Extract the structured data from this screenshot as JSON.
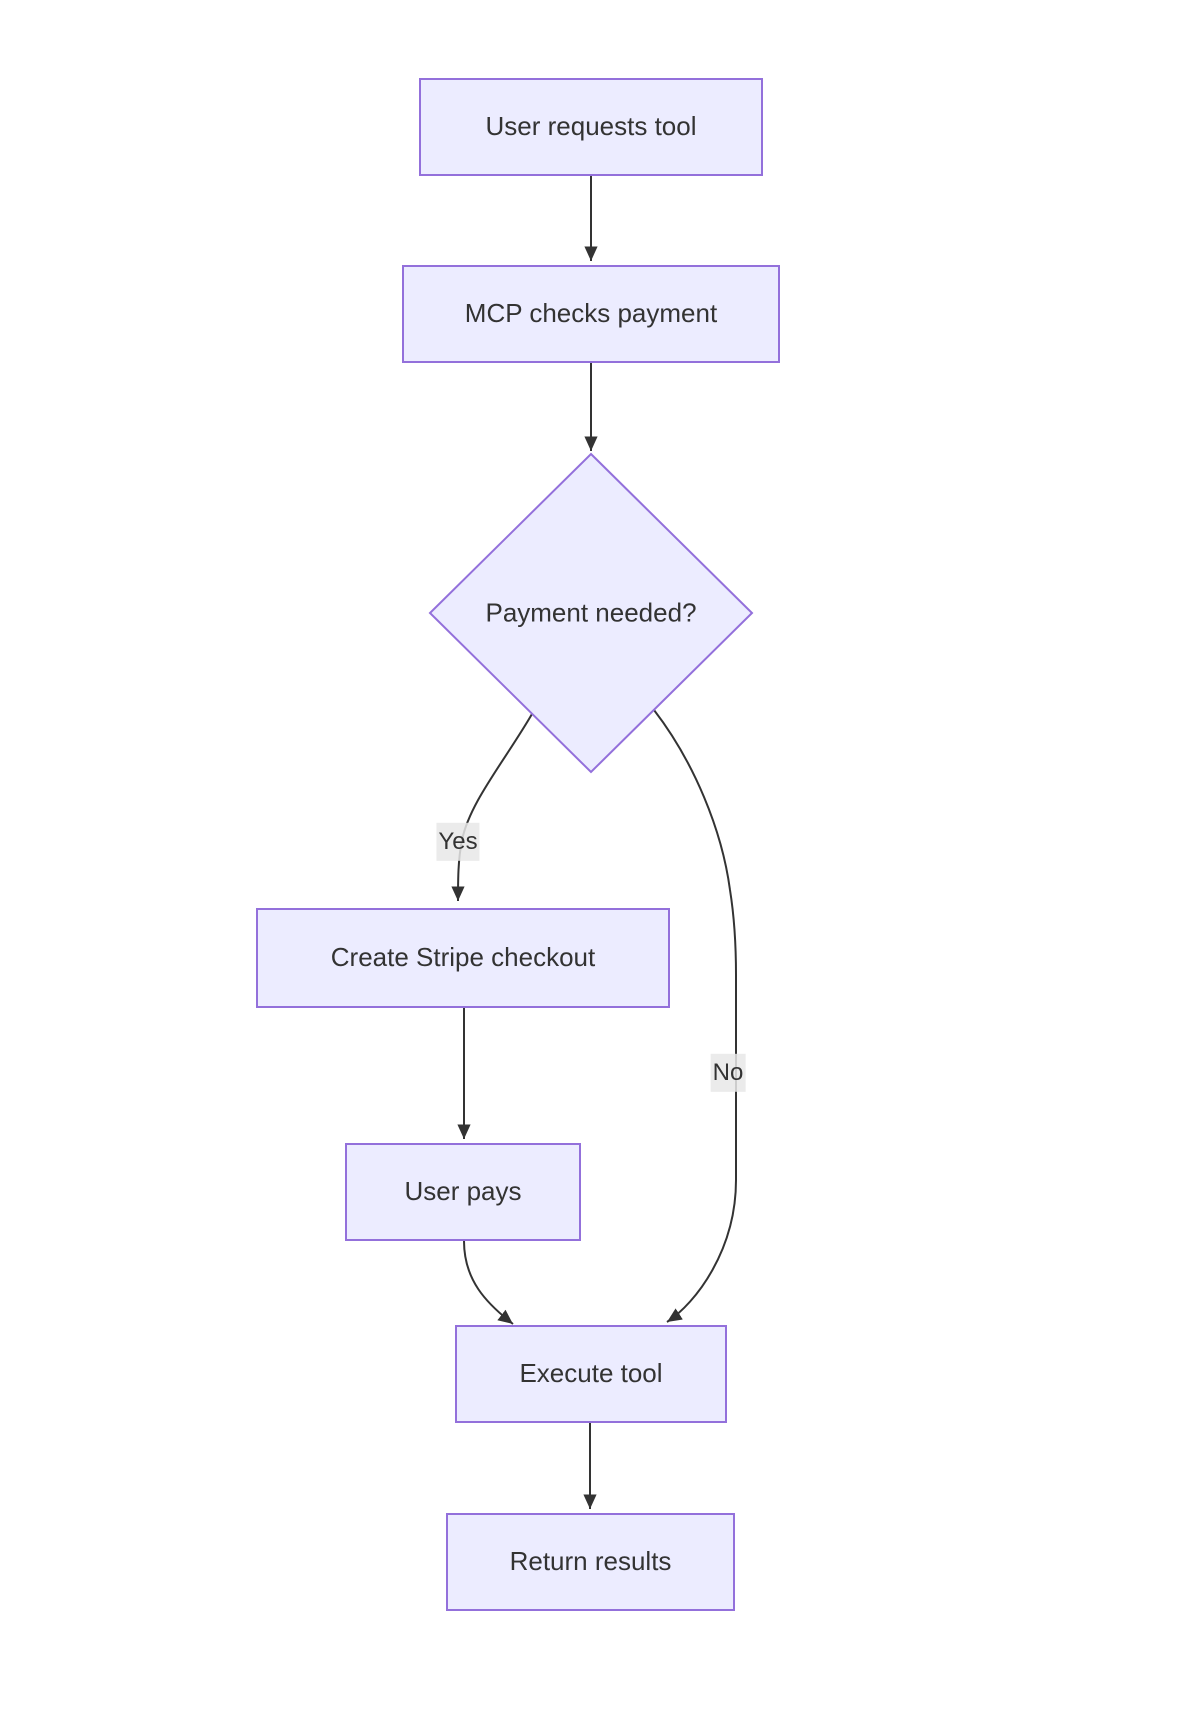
{
  "diagram": {
    "type": "flowchart",
    "direction": "top-down",
    "nodes": [
      {
        "id": "A",
        "label": "User requests tool",
        "shape": "rect"
      },
      {
        "id": "B",
        "label": "MCP checks payment",
        "shape": "rect"
      },
      {
        "id": "C",
        "label": "Payment needed?",
        "shape": "diamond"
      },
      {
        "id": "D",
        "label": "Create Stripe checkout",
        "shape": "rect"
      },
      {
        "id": "E",
        "label": "User pays",
        "shape": "rect"
      },
      {
        "id": "F",
        "label": "Execute tool",
        "shape": "rect"
      },
      {
        "id": "G",
        "label": "Return results",
        "shape": "rect"
      }
    ],
    "edges": [
      {
        "from": "A",
        "to": "B",
        "label": ""
      },
      {
        "from": "B",
        "to": "C",
        "label": ""
      },
      {
        "from": "C",
        "to": "D",
        "label": "Yes"
      },
      {
        "from": "D",
        "to": "E",
        "label": ""
      },
      {
        "from": "E",
        "to": "F",
        "label": ""
      },
      {
        "from": "C",
        "to": "F",
        "label": "No"
      },
      {
        "from": "F",
        "to": "G",
        "label": ""
      }
    ],
    "colors": {
      "node_fill": "#ECECFF",
      "node_border": "#9370DB",
      "text": "#333333",
      "edge_line": "#333333",
      "edge_label_bg": "#e8e8e8",
      "background": "#ffffff"
    }
  }
}
